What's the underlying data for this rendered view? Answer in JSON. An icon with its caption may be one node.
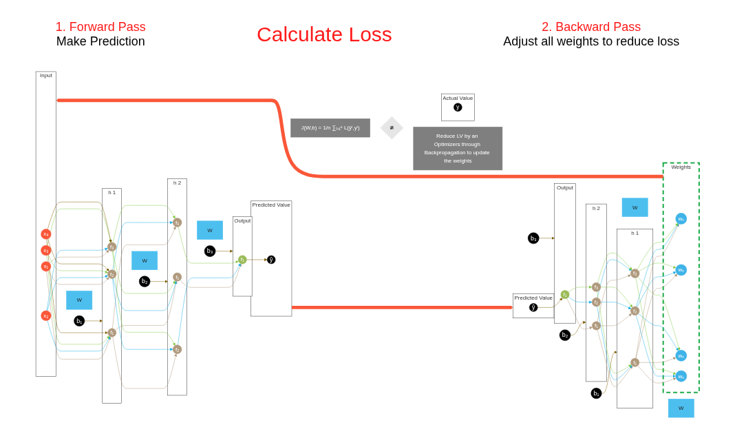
{
  "diagram": {
    "nodes": [
      {
        "text": [
          "Input"
        ]
      },
      {
        "text": [
          "x₁"
        ],
        "in": 0
      },
      {
        "text": [
          "x₂"
        ],
        "in": 0
      },
      {
        "text": [
          "x₃"
        ],
        "in": 0
      },
      {
        "text": [
          "x₄"
        ],
        "in": 0
      },
      {
        "text": [
          "h 1"
        ]
      },
      {
        "text": [
          "f₁"
        ],
        "in": 5
      },
      {
        "text": [
          "f₂"
        ],
        "in": 5
      },
      {
        "text": [
          "f₃"
        ],
        "in": 5
      },
      {
        "text": [
          "h 2"
        ]
      },
      {
        "text": [
          "f₁"
        ],
        "in": 9
      },
      {
        "text": [
          "f₂"
        ],
        "in": 9
      },
      {
        "text": [
          "f₃"
        ],
        "in": 9
      },
      {
        "text": [
          "Output"
        ]
      },
      {
        "text": [
          "f₁"
        ],
        "in": 13
      },
      {
        "text": [
          "Predicted Value"
        ]
      },
      {
        "text": [
          "ŷ"
        ],
        "in": 15
      },
      {
        "text": [
          "b₁"
        ]
      },
      {
        "text": [
          "b₂"
        ]
      },
      {
        "text": [
          "b₃"
        ]
      },
      {
        "text": [
          "J(W,b) = 1/n ∑ᵢ₌₁ⁿ L(ŷⁱ,yⁱ)"
        ]
      },
      {
        "text": [
          "≇"
        ]
      },
      {
        "text": [
          "Actual Value"
        ]
      },
      {
        "text": [
          "y"
        ],
        "in": 22
      },
      {
        "text": [
          "Reduce LV by an Optimizers through Backpropagation to update the weights"
        ]
      },
      {
        "text": [
          "Weights"
        ]
      },
      {
        "text": [
          "wₙ"
        ],
        "in": 25
      },
      {
        "text": [
          "wₙ"
        ],
        "in": 25
      },
      {
        "text": [
          "wₙ"
        ],
        "in": 25
      },
      {
        "text": [
          "wₙ"
        ],
        "in": 25
      },
      {
        "text": [
          "h 1"
        ]
      },
      {
        "text": [
          "f₁"
        ],
        "in": 30
      },
      {
        "text": [
          "f₂"
        ],
        "in": 30
      },
      {
        "text": [
          "f₃"
        ],
        "in": 30
      },
      {
        "text": [
          "h 2"
        ]
      },
      {
        "text": [
          "f₁"
        ],
        "in": 34
      },
      {
        "text": [
          "f₂"
        ],
        "in": 34
      },
      {
        "text": [
          "f₃"
        ],
        "in": 34
      },
      {
        "text": [
          "Output"
        ]
      },
      {
        "text": [
          "f₁"
        ],
        "in": 38
      },
      {
        "text": [
          "Predicted Value"
        ]
      },
      {
        "text": [
          "ŷ"
        ],
        "in": 40
      },
      {
        "text": [
          "b₁"
        ]
      },
      {
        "text": [
          "b₂"
        ]
      },
      {
        "text": [
          "b₃"
        ]
      },
      {
        "text": [
          "W"
        ]
      },
      {
        "text": [
          "W"
        ]
      },
      {
        "text": [
          "W"
        ]
      },
      {
        "text": [
          "W"
        ]
      },
      {
        "text": [
          "W"
        ]
      }
    ],
    "edges": [
      {
        "from": 1,
        "to": 6,
        "arrow": "to",
        "color": "#b09a7e"
      },
      {
        "from": 1,
        "to": 7,
        "arrow": "to",
        "color": "#b09a7e"
      },
      {
        "from": 1,
        "to": 8,
        "arrow": "to",
        "color": "#b09a7e"
      },
      {
        "from": 2,
        "to": 6,
        "arrow": "to",
        "color": "#1ab0e8"
      },
      {
        "from": 2,
        "to": 7,
        "arrow": "to",
        "color": "#1ab0e8"
      },
      {
        "from": 2,
        "to": 8,
        "arrow": "to",
        "color": "#1ab0e8"
      },
      {
        "from": 3,
        "to": 6,
        "arrow": "to",
        "color": "#86cc4b"
      },
      {
        "from": 3,
        "to": 7,
        "arrow": "to",
        "color": "#86cc4b"
      },
      {
        "from": 3,
        "to": 8,
        "arrow": "to",
        "color": "#86cc4b"
      },
      {
        "from": 4,
        "to": 6,
        "arrow": "to",
        "color": "#7f6000"
      },
      {
        "from": 4,
        "to": 7,
        "arrow": "to",
        "color": "#7f6000"
      },
      {
        "from": 4,
        "to": 8,
        "arrow": "to",
        "color": "#7f6000"
      },
      {
        "from": 6,
        "to": 10,
        "arrow": "to",
        "color": "#b09a7e"
      },
      {
        "from": 6,
        "to": 11,
        "arrow": "to",
        "color": "#b09a7e"
      },
      {
        "from": 6,
        "to": 12,
        "arrow": "to",
        "color": "#b09a7e"
      },
      {
        "from": 7,
        "to": 10,
        "arrow": "to",
        "color": "#1ab0e8"
      },
      {
        "from": 7,
        "to": 11,
        "arrow": "to",
        "color": "#1ab0e8"
      },
      {
        "from": 7,
        "to": 12,
        "arrow": "to",
        "color": "#1ab0e8"
      },
      {
        "from": 8,
        "to": 10,
        "arrow": "to",
        "color": "#86cc4b"
      },
      {
        "from": 8,
        "to": 11,
        "arrow": "to",
        "color": "#86cc4b"
      },
      {
        "from": 8,
        "to": 12,
        "arrow": "to",
        "color": "#86cc4b"
      },
      {
        "from": 10,
        "to": 14,
        "arrow": "to",
        "color": "#b09a7e"
      },
      {
        "from": 11,
        "to": 14,
        "arrow": "to",
        "color": "#1ab0e8"
      },
      {
        "from": 12,
        "to": 14,
        "arrow": "to",
        "color": "#86cc4b"
      },
      {
        "from": 14,
        "to": 16,
        "arrow": "to",
        "color": "#7f6000"
      },
      {
        "from": 17,
        "to": 5,
        "arrow": "to",
        "color": "#7f6000"
      },
      {
        "from": 18,
        "to": 9,
        "arrow": "to",
        "color": "#7f6000"
      },
      {
        "from": 19,
        "to": 13,
        "arrow": "to",
        "color": "#7f6000"
      },
      {
        "from": 15,
        "to": 40,
        "arrow": "to",
        "style": "thick",
        "color": "#fa5738"
      },
      {
        "from": 25,
        "to": 0,
        "arrow": "to",
        "style": "thick",
        "color": "#fa5738"
      },
      {
        "from": 41,
        "to": 39,
        "arrow": "to",
        "color": "#7f6000"
      },
      {
        "from": 39,
        "to": 35,
        "arrow": "to",
        "color": "#b09a7e"
      },
      {
        "from": 39,
        "to": 36,
        "arrow": "to",
        "color": "#1ab0e8"
      },
      {
        "from": 39,
        "to": 37,
        "arrow": "to",
        "color": "#86cc4b"
      },
      {
        "from": 35,
        "to": 31,
        "arrow": "to",
        "color": "#b09a7e"
      },
      {
        "from": 35,
        "to": 32,
        "arrow": "to",
        "color": "#b09a7e"
      },
      {
        "from": 35,
        "to": 33,
        "arrow": "to",
        "color": "#b09a7e"
      },
      {
        "from": 36,
        "to": 31,
        "arrow": "to",
        "color": "#1ab0e8"
      },
      {
        "from": 36,
        "to": 32,
        "arrow": "to",
        "color": "#1ab0e8"
      },
      {
        "from": 36,
        "to": 33,
        "arrow": "to",
        "color": "#1ab0e8"
      },
      {
        "from": 37,
        "to": 31,
        "arrow": "to",
        "color": "#86cc4b"
      },
      {
        "from": 37,
        "to": 32,
        "arrow": "to",
        "color": "#86cc4b"
      },
      {
        "from": 37,
        "to": 33,
        "arrow": "to",
        "color": "#86cc4b"
      },
      {
        "from": 31,
        "to": 26,
        "arrow": "to",
        "color": "#b09a7e"
      },
      {
        "from": 31,
        "to": 27,
        "arrow": "to",
        "color": "#b09a7e"
      },
      {
        "from": 31,
        "to": 28,
        "arrow": "to",
        "color": "#b09a7e"
      },
      {
        "from": 31,
        "to": 29,
        "arrow": "to",
        "color": "#b09a7e"
      },
      {
        "from": 32,
        "to": 26,
        "arrow": "to",
        "color": "#1ab0e8"
      },
      {
        "from": 32,
        "to": 27,
        "arrow": "to",
        "color": "#1ab0e8"
      },
      {
        "from": 32,
        "to": 28,
        "arrow": "to",
        "color": "#1ab0e8"
      },
      {
        "from": 32,
        "to": 29,
        "arrow": "to",
        "color": "#1ab0e8"
      },
      {
        "from": 33,
        "to": 26,
        "arrow": "to",
        "color": "#86cc4b"
      },
      {
        "from": 33,
        "to": 27,
        "arrow": "to",
        "color": "#86cc4b"
      },
      {
        "from": 33,
        "to": 28,
        "arrow": "to",
        "color": "#86cc4b"
      },
      {
        "from": 33,
        "to": 29,
        "arrow": "to",
        "color": "#86cc4b"
      },
      {
        "from": 42,
        "to": 30,
        "arrow": "to",
        "color": "#7f6000"
      },
      {
        "from": 43,
        "to": 34,
        "arrow": "to",
        "color": "#7f6000"
      },
      {
        "from": 44,
        "to": 38,
        "arrow": "to",
        "color": "#7f6000"
      }
    ],
    "labels": [
      "1. Forward Pass",
      "Make Prediction",
      "Calculate Loss",
      "2. Backward Pass",
      "Adjust all weights to reduce loss"
    ]
  }
}
